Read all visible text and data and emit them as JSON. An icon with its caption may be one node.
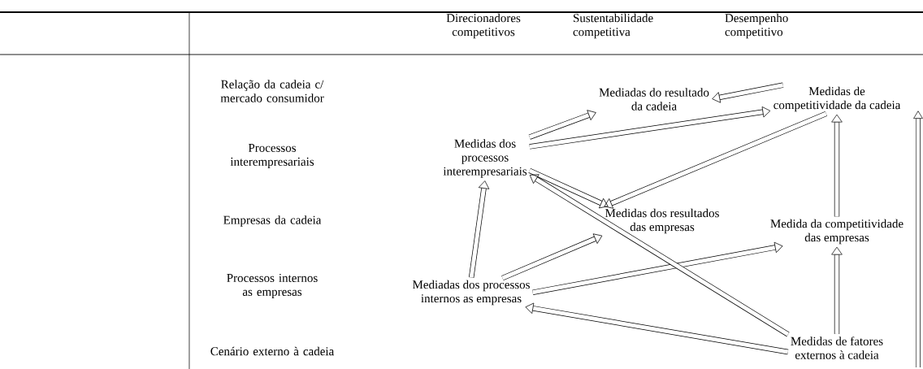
{
  "diagram": {
    "nodes": [
      {
        "text": [
          "Mediadas do resultado da cadeia"
        ]
      },
      {
        "text": [
          "Medidas de competitividade da cadeia"
        ]
      },
      {
        "text": [
          "Medidas dos processos interempresariais"
        ]
      },
      {
        "text": [
          "Medidas dos resultados das empresas"
        ]
      },
      {
        "text": [
          "Medida da competitividade das empresas"
        ]
      },
      {
        "text": [
          "Mediadas dos processos internos as empresas"
        ]
      },
      {
        "text": [
          "Medidas de fatores externos à cadeia"
        ]
      }
    ],
    "edges": [
      {
        "from": 1,
        "to": 0,
        "arrow": "to"
      },
      {
        "from": 2,
        "to": 0,
        "arrow": "to"
      },
      {
        "from": 2,
        "to": 1,
        "arrow": "to"
      },
      {
        "from": 1,
        "to": 3,
        "arrow": "to"
      },
      {
        "from": 2,
        "to": 3,
        "arrow": "to"
      },
      {
        "from": 5,
        "to": 2,
        "arrow": "to"
      },
      {
        "from": 5,
        "to": 3,
        "arrow": "to"
      },
      {
        "from": 5,
        "to": 4,
        "arrow": "to"
      },
      {
        "from": 6,
        "to": 2,
        "arrow": "to"
      },
      {
        "from": 6,
        "to": 5,
        "arrow": "to"
      },
      {
        "from": 4,
        "to": 1,
        "arrow": "to"
      },
      {
        "from": 6,
        "to": 4,
        "arrow": "to"
      }
    ],
    "labels": [
      "Direcionadores competitivos",
      "Sustentabilidade competitiva",
      "Desempenho competitivo",
      "Relação da cadeia c/ mercado consumidor",
      "Processos interempresariais",
      "Empresas da cadeia",
      "Processos internos as empresas",
      "Cenário externo à cadeia"
    ]
  }
}
